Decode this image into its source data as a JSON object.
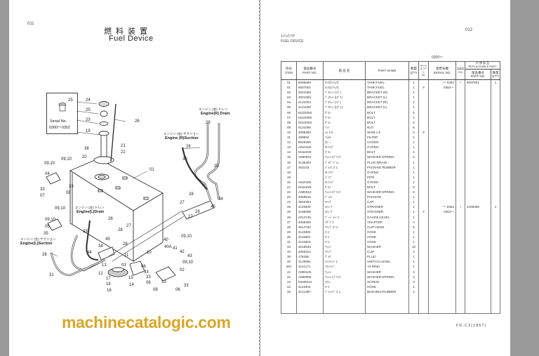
{
  "left_page": {
    "page_number": "011",
    "title_jp": "燃料装置",
    "title_en": "Fuel Device",
    "inset": {
      "callout": "25",
      "serial_label": "Serial No.",
      "serial_range": "0300～0352"
    },
    "labels": {
      "engine_r_drain_jp": "エンジン (右) ドレン",
      "engine_r_drain": "Engine(R) Drain",
      "engine_r_suction_jp": "エンジン (右) サクション",
      "engine_r_suction": "Engine (R)Suction",
      "engine_l_drain_jp": "エンジン (左) ドレン",
      "engine_l_drain": "Engine(L)Drain",
      "engine_l_suction_jp": "エンジン (左) サクション",
      "engine_l_suction": "Engine(L)Suction"
    },
    "callouts": [
      "24",
      "25",
      "23",
      "19",
      "26",
      "38",
      "21",
      "22",
      "20",
      "09,10",
      "09,10",
      "04",
      "01",
      "33",
      "33",
      "07",
      "08",
      "09,10",
      "09,10",
      "05",
      "35",
      "33",
      "28",
      "27",
      "28",
      "28",
      "28",
      "30",
      "29",
      "34",
      "45",
      "27",
      "28",
      "28",
      "27",
      "09,10",
      "28",
      "31",
      "44",
      "45",
      "34",
      "11",
      "13",
      "12",
      "17",
      "18",
      "16",
      "15",
      "14",
      "03",
      "06",
      "33",
      "33",
      "06",
      "40",
      "40A",
      "41",
      "42",
      "43",
      "09,10",
      "02",
      "33",
      "08",
      "06",
      "33",
      "10",
      "28"
    ]
  },
  "right_page": {
    "page_number": "012",
    "title_kana": "ﾈﾝﾘｮｳｿｳﾁ",
    "title_en": "FUEL DEVICE",
    "serial_range": "0300～",
    "footer": "FD-C1(1867)",
    "table": {
      "headers": {
        "item_jp": "符号",
        "item": "ITEM",
        "part_no_jp": "部品番号",
        "part_no": "PART NO.",
        "name_jp": "部 品 名",
        "part_name": "PART NAME",
        "qty_jp": "数量",
        "qty": "Q'TY",
        "sc_jp": "サービスコード",
        "sc": "SC",
        "serial_jp": "適用号機",
        "serial": "SERIAL NO.",
        "ica_jp": "互換性",
        "ica": "ICA",
        "replaceable_jp": "代 替 部 品",
        "replaceable": "REPLACEABLE PART",
        "repl_part_no_jp": "部品番号",
        "repl_part_no": "PART NO.",
        "repl_qty_jp": "数量",
        "repl_qty": "Q'TY"
      },
      "rows": [
        [
          "01",
          "6005660",
          "ﾀﾝｸ(ﾈﾝﾘｮｳ)",
          "TANK:FUEL",
          "1",
          "",
          "～ 0352",
          "I",
          "6007501",
          "1"
        ],
        [
          "01",
          "6007501",
          "ﾀﾝｸ(ﾈﾝﾘｮｳ)",
          "TANK:FUEL",
          "1",
          "#",
          "0353～",
          "",
          "",
          ""
        ],
        [
          "02",
          "3021569",
          "ﾌﾞﾗｹｯﾄ (ﾐｷﾞ)",
          "BRACKET (R)",
          "1",
          "",
          "",
          "",
          "",
          ""
        ],
        [
          "03",
          "3021568",
          "ﾌﾞﾗｹｯﾄ (ﾋﾀﾞﾘ)",
          "BRACKET (L)",
          "1",
          "",
          "",
          "",
          "",
          ""
        ],
        [
          "04",
          "4121004",
          "ﾌﾞﾗｹｯﾄ (ﾐｷﾞ)",
          "BRACKET (R)",
          "1",
          "",
          "",
          "",
          "",
          ""
        ],
        [
          "05",
          "4121005",
          "ﾌﾞﾗｹｯﾄ (ﾋﾀﾞﾘ)",
          "BRACKET (L)",
          "1",
          "",
          "",
          "",
          "",
          ""
        ],
        [
          "06",
          "M122056",
          "ﾎﾞﾙﾄ",
          "BOLT",
          "6",
          "",
          "",
          "",
          "",
          ""
        ],
        [
          "07",
          "M122090",
          "ﾎﾞﾙﾄ",
          "BOLT",
          "4",
          "",
          "",
          "",
          "",
          ""
        ],
        [
          "08",
          "M122063",
          "ﾎﾞﾙﾄ",
          "BOLT",
          "8",
          "",
          "",
          "",
          "",
          ""
        ],
        [
          "09",
          "4121006",
          "ﾅｯﾄ",
          "NUT",
          "6",
          "",
          "",
          "",
          "",
          ""
        ],
        [
          "10",
          "4099393",
          "ｼﾑ 1.0",
          "SHIM 1.0",
          "4",
          "#",
          "",
          "",
          "",
          ""
        ],
        [
          "11",
          "499682",
          "ﾌｨﾙﾀ",
          "FILTER",
          "2",
          "",
          "",
          "",
          "",
          ""
        ],
        [
          "12",
          "8025366",
          "ｶﾊﾞｰ",
          "COVER",
          "1",
          "",
          "",
          "",
          "",
          ""
        ],
        [
          "13",
          "A810160",
          "O-ﾘﾝｸﾞ",
          "O-RING",
          "1",
          "",
          "",
          "",
          "",
          ""
        ],
        [
          "14",
          "M111020",
          "ﾎﾞﾙﾄ",
          "BOLT",
          "4",
          "",
          "",
          "",
          "",
          ""
        ],
        [
          "15",
          "A590910",
          "ﾜｯｼｬ:ｽﾌﾟﾘﾝｸﾞ",
          "WASHER:SPRING",
          "6",
          "",
          "",
          "",
          "",
          ""
        ],
        [
          "16",
          "4136483",
          "ﾌﾟﾗｸﾞ:ﾄﾞﾚﾝ",
          "PLUG:DRAIN",
          "1",
          "",
          "",
          "",
          "",
          ""
        ],
        [
          "17",
          "453143",
          "ﾊﾟｯｷﾝ:ｺﾞﾑ",
          "PACKING:RUBBER",
          "1",
          "",
          "",
          "",
          "",
          ""
        ],
        [
          "18",
          "",
          "O-ﾘﾝｸﾞ",
          "O-RING",
          "1",
          "",
          "",
          "",
          "",
          ""
        ],
        [
          "19",
          "",
          "ﾊﾟｲﾌﾟ",
          "PIPE",
          "1",
          "",
          "",
          "",
          "",
          ""
        ],
        [
          "20",
          "A810165",
          "O-ﾘﾝｸﾞ",
          "O-RING",
          "1",
          "",
          "",
          "",
          "",
          ""
        ],
        [
          "21",
          "M111025",
          "ﾎﾞﾙﾄ",
          "BOLT",
          "6",
          "",
          "",
          "",
          "",
          ""
        ],
        [
          "22",
          "A590910",
          "ﾜｯｼｬ:ｽﾌﾟﾘﾝｸﾞ",
          "WASHER:SPRING",
          "6",
          "",
          "",
          "",
          "",
          ""
        ],
        [
          "23",
          "4059616",
          "ﾊﾟｯｷﾝ",
          "PACKING",
          "1",
          "",
          "",
          "",
          "",
          ""
        ],
        [
          "24",
          "3502384",
          "ｷｬｯﾌﾟ",
          "CAP",
          "1",
          "",
          "",
          "",
          "",
          ""
        ],
        [
          "25",
          "4119306",
          "ｽﾄﾚｰﾅ",
          "STRAINER",
          "1",
          "",
          "～ 0352",
          "I",
          "4188368",
          "1"
        ],
        [
          "25",
          "4188368",
          "ｽﾄﾚｰﾅ",
          "STRAINER",
          "1",
          "#",
          "0353～",
          "",
          "",
          ""
        ],
        [
          "26",
          "2014745",
          "ｹﾞｰｼﾞ:ﾚﾍﾞﾙ",
          "GAUGE:LEVEL",
          "1",
          "",
          "",
          "",
          "",
          ""
        ],
        [
          "27",
          "4055458",
          "ｱﾀﾞﾌﾟﾀ",
          "ADAPTER",
          "4",
          "",
          "",
          "",
          "",
          ""
        ],
        [
          "28",
          "4514700",
          "ｸﾘｯﾌﾟ:ﾎｰｽ",
          "CLIP:HOSE",
          "8",
          "",
          "",
          "",
          "",
          ""
        ],
        [
          "29",
          "4119300",
          "ﾎｰｽ",
          "HOSE",
          "1",
          "",
          "",
          "",
          "",
          ""
        ],
        [
          "30",
          "4119301",
          "ﾎｰｽ",
          "HOSE",
          "1",
          "",
          "",
          "",
          "",
          ""
        ],
        [
          "31",
          "4119303",
          "ﾎｰｽ",
          "HOSE",
          "1",
          "",
          "",
          "",
          "",
          ""
        ],
        [
          "33",
          "4018545",
          "ﾜｯｼｬ",
          "WASHER",
          "10",
          "",
          "",
          "",
          "",
          ""
        ],
        [
          "34",
          "4055312",
          "ｸﾘｯﾌﾟ",
          "CLIP",
          "4",
          "",
          "",
          "",
          "",
          ""
        ],
        [
          "38",
          "J75286",
          "ﾌﾟﾗｸﾞ",
          "PLUG",
          "1",
          "",
          "",
          "",
          "",
          ""
        ],
        [
          "40",
          "4129961",
          "ｽｲｯﾁ:ﾚﾍﾞﾙ",
          "SWITCH:LEVEL",
          "1",
          "",
          "",
          "",
          "",
          ""
        ],
        [
          "40A",
          "4141171",
          "-O-ﾘﾝｸﾞ",
          "-O-RING",
          "1",
          "",
          "",
          "",
          "",
          ""
        ],
        [
          "41",
          "A590105",
          "ﾜｯｼｬ",
          "WASHER",
          "3",
          "",
          "",
          "",
          "",
          ""
        ],
        [
          "42",
          "A590905",
          "ﾜｯｼｬ:ｽﾌﾟﾘﾝｸﾞ",
          "WASHER:SPRING",
          "3",
          "",
          "",
          "",
          "",
          ""
        ],
        [
          "43",
          "M430513",
          "ｽｸﾘｭ",
          "SCREW",
          "3",
          "",
          "",
          "",
          "",
          ""
        ],
        [
          "44",
          "4119302",
          "ﾎｰｽ",
          "HOSE",
          "1",
          "",
          "",
          "",
          "",
          ""
        ],
        [
          "45",
          "4141387",
          "ﾌﾞｯｼﾝｸﾞ:ｺﾞﾑ",
          "BUSHING:RUBBER",
          "2",
          "",
          "",
          "",
          "",
          ""
        ]
      ]
    }
  },
  "watermark": "machinecatalogic.com",
  "colors": {
    "watermark": "#d9a21a",
    "background": "#9a9a9a"
  }
}
